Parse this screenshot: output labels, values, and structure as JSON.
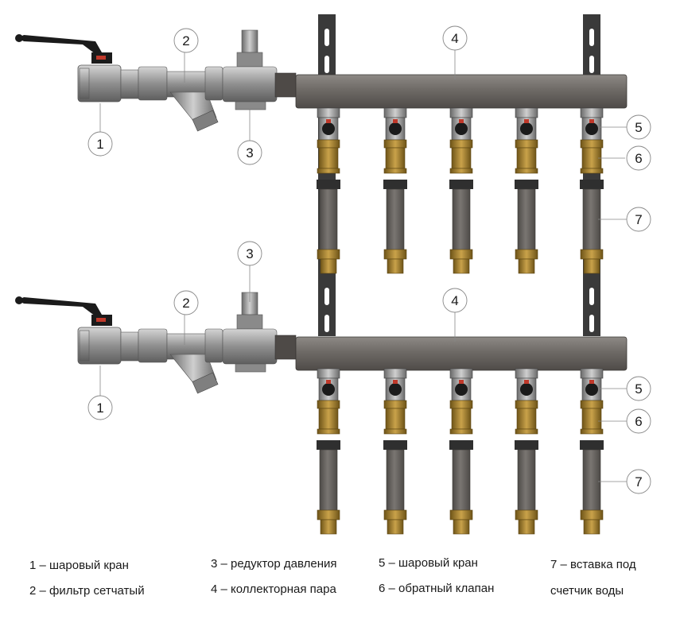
{
  "callouts": {
    "top": {
      "c1": "1",
      "c2": "2",
      "c3": "3",
      "c4": "4",
      "c5": "5",
      "c6": "6",
      "c7": "7"
    },
    "bottom": {
      "c1": "1",
      "c2": "2",
      "c3": "3",
      "c4": "4",
      "c5": "5",
      "c6": "6",
      "c7": "7"
    }
  },
  "legend": {
    "item1": "1 – шаровый кран",
    "item2": "2 – фильтр сетчатый",
    "item3": "3 – редуктор давления",
    "item4": "4 – коллекторная пара",
    "item5": "5 – шаровый кран",
    "item6": "6 – обратный клапан",
    "item7_line1": "7 – вставка под",
    "item7_line2": "счетчик воды"
  },
  "colors": {
    "pipe": "#6f6b68",
    "brass": "#9b7a2e",
    "chrome": "#a8a8a8",
    "handle": "#1b1b1b",
    "valve_red": "#c0392b",
    "bracket": "#3a3a3a"
  }
}
